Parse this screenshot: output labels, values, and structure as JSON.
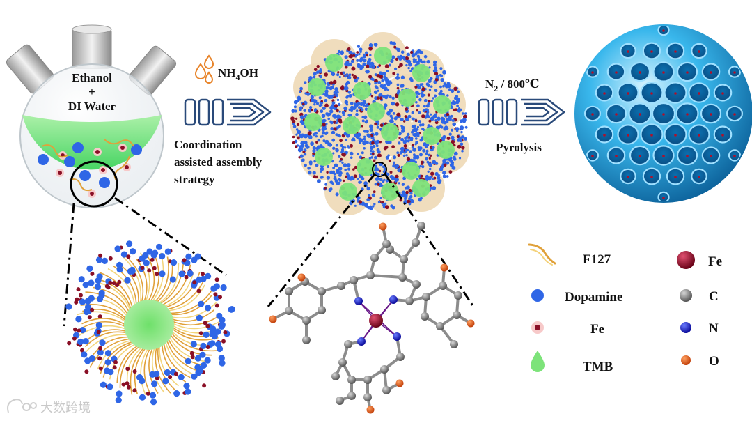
{
  "flask": {
    "line1": "Ethanol",
    "line2": "+",
    "line3": "DI Water"
  },
  "step1": {
    "reagent_main": "NH",
    "reagent_sub": "4",
    "reagent_tail": "OH",
    "caption_line1": "Coordination",
    "caption_line2": "assisted assembly",
    "caption_line3": "strategy"
  },
  "step2": {
    "gas_main": "N",
    "gas_sub": "2",
    "gas_tail": " / 800℃",
    "caption": "Pyrolysis"
  },
  "legend_left": [
    {
      "label": "F127",
      "icon": "f127-strand-icon"
    },
    {
      "label": "Dopamine",
      "icon": "dopamine-dot-icon"
    },
    {
      "label": "Fe",
      "icon": "fe-dot-icon"
    },
    {
      "label": "TMB",
      "icon": "tmb-drop-icon"
    }
  ],
  "legend_right": [
    {
      "label": "Fe",
      "icon": "fe-atom-icon"
    },
    {
      "label": "C",
      "icon": "c-atom-icon"
    },
    {
      "label": "N",
      "icon": "n-atom-icon"
    },
    {
      "label": "O",
      "icon": "o-atom-icon"
    }
  ],
  "watermark": "大数跨境",
  "colors": {
    "dopamine": "#2f66e6",
    "fe": "#8a0f26",
    "tmb": "#7de37a",
    "f127": "#e0a13a",
    "carbon": "#7a7a7a",
    "nitrogen": "#1a1acc",
    "oxygen": "#e05a14",
    "sphere": "#34b6e8",
    "arrow": "#2a4a7a"
  }
}
